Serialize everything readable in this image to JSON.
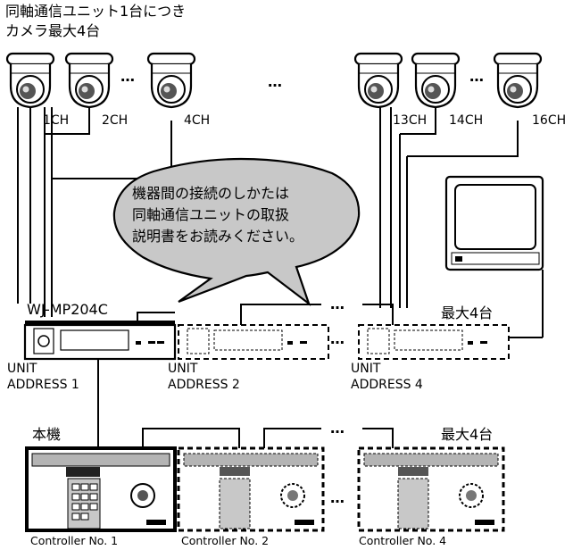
{
  "note": {
    "line1": "同軸通信ユニット1台につき",
    "line2": "カメラ最大4台"
  },
  "cameras": {
    "labels": [
      "1CH",
      "2CH",
      "4CH",
      "13CH",
      "14CH",
      "16CH"
    ],
    "ellipsis": "…"
  },
  "bubble": {
    "line1": "機器間の接続のしかたは",
    "line2": "同軸通信ユニットの取扱",
    "line3": "説明書をお読みください。"
  },
  "unit": {
    "model": "WJ-MP204C",
    "max_label": "最大4台",
    "address1_a": "UNIT",
    "address1_b": "ADDRESS 1",
    "address2_a": "UNIT",
    "address2_b": "ADDRESS 2",
    "address4_a": "UNIT",
    "address4_b": "ADDRESS 4",
    "ellipsis": "…"
  },
  "controller": {
    "main_label": "本機",
    "max_label": "最大4台",
    "no1": "Controller No. 1",
    "no2": "Controller No. 2",
    "no4": "Controller No. 4",
    "ellipsis": "…"
  },
  "colors": {
    "line": "#000000",
    "bubble_fill": "#c8c8c8",
    "device_gray": "#b4b4b4"
  }
}
